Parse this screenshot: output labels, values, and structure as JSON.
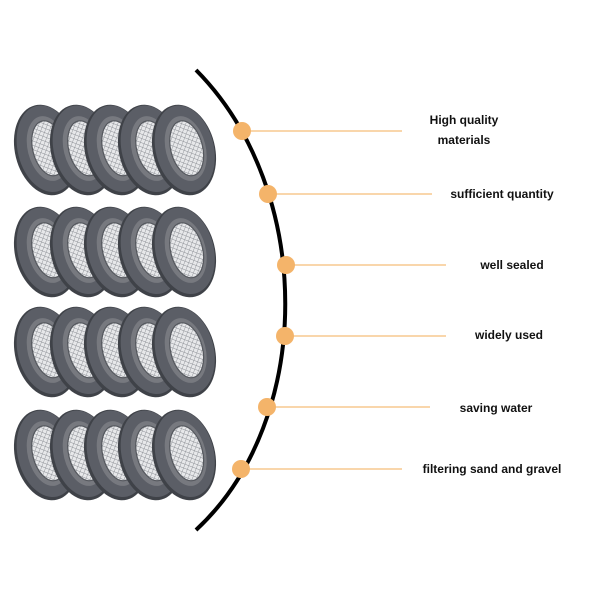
{
  "features": [
    {
      "text": "High quality\nmaterials",
      "lines": [
        "High quality",
        "materials"
      ]
    },
    {
      "text": "sufficient quantity"
    },
    {
      "text": "well sealed"
    },
    {
      "text": "widely used"
    },
    {
      "text": "saving water"
    },
    {
      "text": "filtering sand and gravel"
    }
  ],
  "product": {
    "rows": 4,
    "washers_per_row": 5,
    "icon": "mesh-washer-icon"
  },
  "colors": {
    "background": "#ffffff",
    "arc": "#000000",
    "dot": "#f4b46a",
    "connector": "#f7c98f",
    "washer_body": "#5b5e66",
    "washer_edge": "#3f4248",
    "washer_inner": "#77797f",
    "mesh": "#d4d6da",
    "text": "#111111"
  }
}
